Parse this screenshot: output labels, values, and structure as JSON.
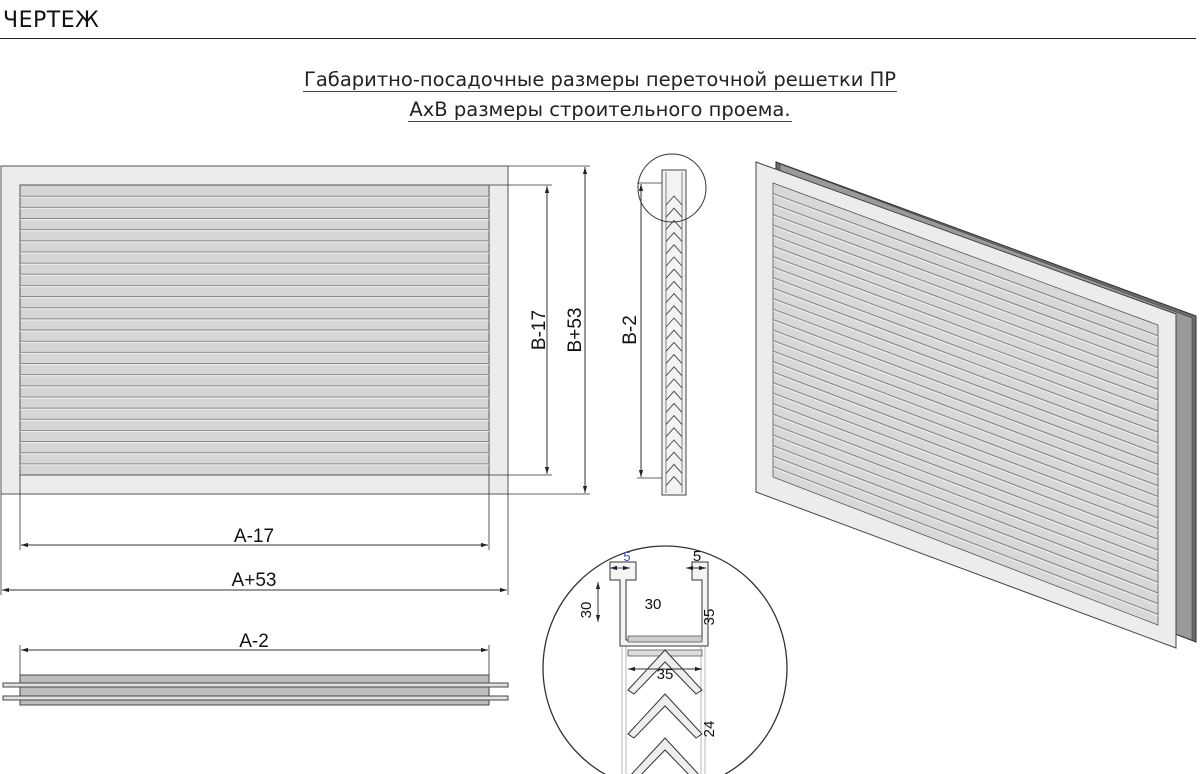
{
  "header": {
    "brand": "ЧЕРТЕЖ"
  },
  "title": {
    "line1": "Габаритно-посадочные размеры переточной решетки ПР",
    "line2": "АхВ размеры строительного проема."
  },
  "dimensions": {
    "front_height_inner": "B-17",
    "front_height_outer": "B+53",
    "side_height": "B-2",
    "front_width_inner": "A-17",
    "front_width_outer": "A+53",
    "top_width": "A-2"
  },
  "detail": {
    "flange_left": "5",
    "flange_right": "5",
    "frame_height": "30",
    "frame_inner": "30",
    "frame_right": "35",
    "blade_width": "35",
    "blade_pitch": "24"
  },
  "colors": {
    "line": "#222222",
    "fill_light": "#ececec",
    "fill_mid": "#c8c8c8",
    "accent_dim": "#3a4fa0"
  }
}
